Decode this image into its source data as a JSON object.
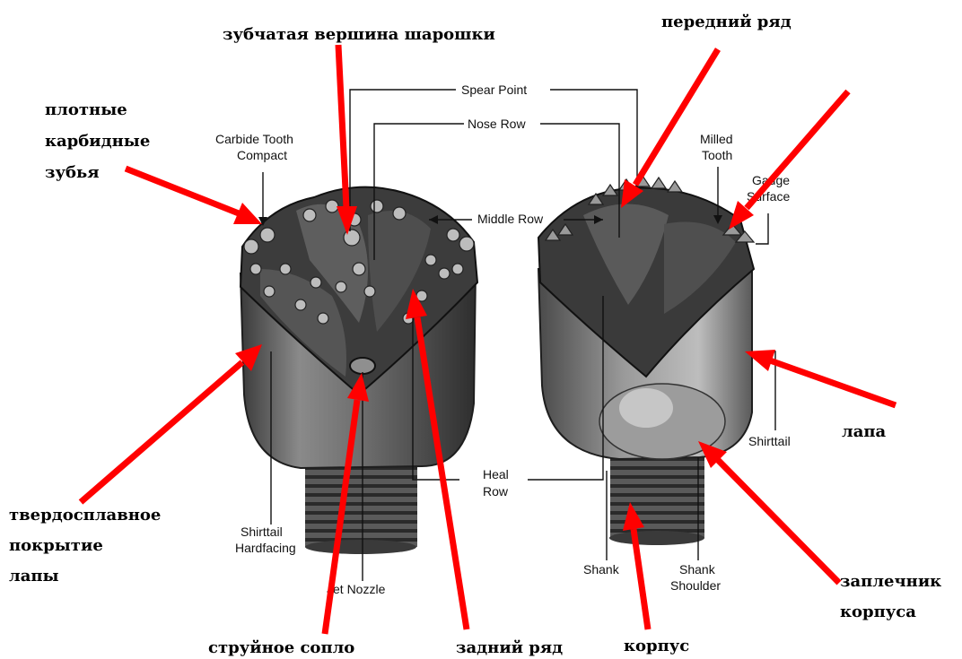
{
  "ru_labels": {
    "spear_point": "зубчатая вершина шарошки",
    "nose_row": "передний ряд",
    "compact_line1": "плотные",
    "compact_line2": "карбидные",
    "compact_line3": "зубья",
    "hardfacing_line1": "твердосплавное",
    "hardfacing_line2": "покрытие",
    "hardfacing_line3": "лапы",
    "nozzle": "струйное сопло",
    "heel_row": "задний ряд",
    "body": "корпус",
    "shoulder_line1": "заплечник",
    "shoulder_line2": "корпуса",
    "leg": "лапа"
  },
  "en_labels": {
    "spear_point": "Spear Point",
    "nose_row": "Nose Row",
    "middle_row": "Middle Row",
    "carbide_line1": "Carbide Tooth",
    "carbide_line2": "Compact",
    "milled_line1": "Milled",
    "milled_line2": "Tooth",
    "gauge_line1": "Gauge",
    "gauge_line2": "Surface",
    "heal_line1": "Heal",
    "heal_line2": "Row",
    "shirttail_line1": "Shirttail",
    "shirttail_line2": "Hardfacing",
    "jet_nozzle": "Jet Nozzle",
    "shank": "Shank",
    "shank_shoulder_line1": "Shank",
    "shank_shoulder_line2": "Shoulder",
    "shirttail": "Shirttail"
  },
  "colors": {
    "arrow": "#ff0000",
    "bit_metal": "#6e6e6e",
    "bit_dark": "#2a2a2a",
    "bit_light": "#a8a8a8",
    "background": "#ffffff"
  }
}
